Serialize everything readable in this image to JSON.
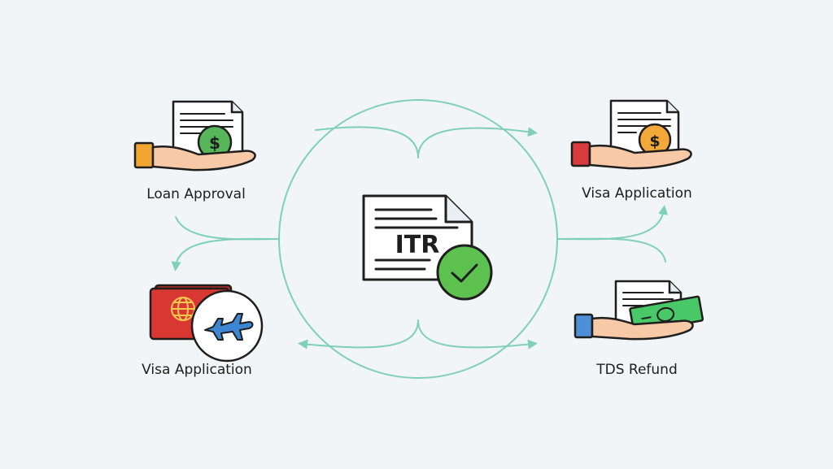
{
  "center": {
    "text": "ITR"
  },
  "nodes": {
    "top_left": {
      "label": "Loan Approval"
    },
    "top_right": {
      "label": "Visa Application"
    },
    "bottom_left": {
      "label": "Visa Application"
    },
    "bottom_right": {
      "label": "TDS Refund"
    }
  },
  "colors": {
    "background": "#f1f5f7",
    "connector": "#7fd0b8",
    "check_green": "#5dc14f",
    "coin_green": "#57b55a",
    "coin_orange": "#f3a93a",
    "passport_red": "#d93832",
    "plane_blue": "#3d87d2",
    "cuff_orange": "#f0a630",
    "cuff_red": "#d93c3c",
    "cuff_blue": "#4e8fd8",
    "money_green": "#48c867",
    "skin": "#f7c9a6",
    "outline": "#1e1e1e"
  },
  "icons": {
    "center": "itr-document-check-icon",
    "top_left": "hand-document-dollar-icon",
    "top_right": "hand-document-dollar-icon",
    "bottom_left": "passport-plane-icon",
    "bottom_right": "hand-document-money-icon"
  }
}
